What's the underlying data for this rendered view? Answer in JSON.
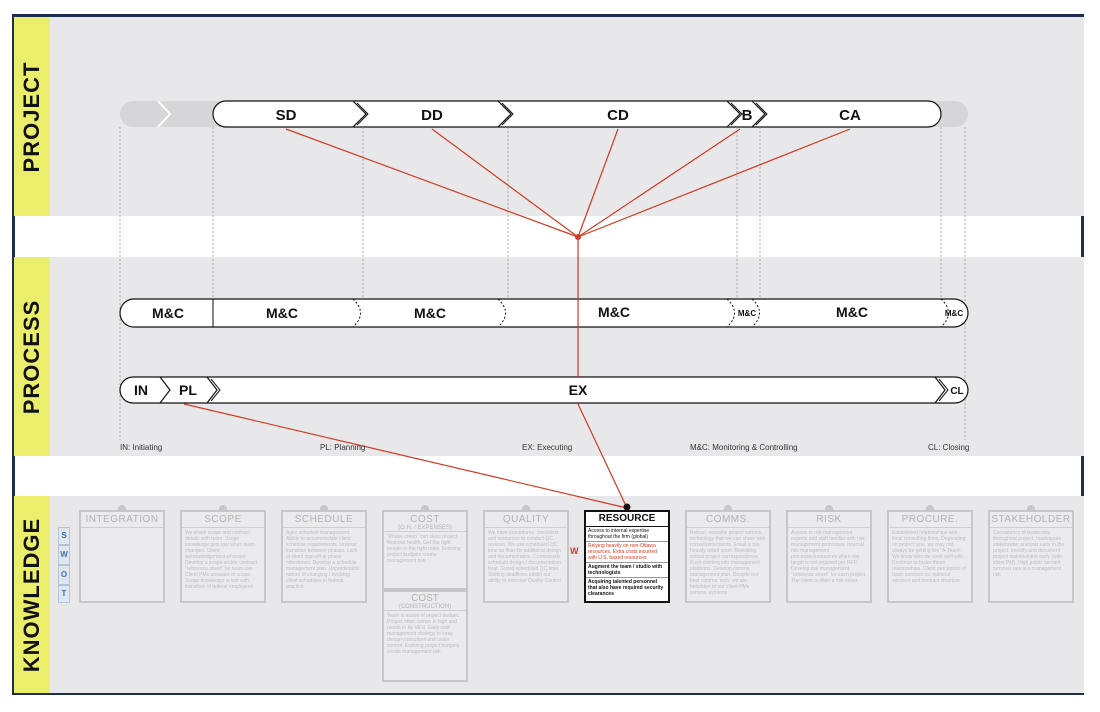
{
  "bands": {
    "project": "PROJECT",
    "process": "PROCESS",
    "knowledge": "KNOWLEDGE"
  },
  "project_phases": [
    "SD",
    "DD",
    "CD",
    "B",
    "CA"
  ],
  "mc_labels": [
    "M&C",
    "M&C",
    "M&C",
    "M&C",
    "M&C",
    "M&C",
    "M&C"
  ],
  "process_stages": [
    "IN",
    "PL",
    "EX",
    "CL"
  ],
  "legend": {
    "in": "IN: Initiating",
    "pl": "PL: Planning",
    "ex": "EX: Executing",
    "mc": "M&C: Monitoring & Controlling",
    "cl": "CL: Closing"
  },
  "swot": [
    "S",
    "W",
    "O",
    "T"
  ],
  "swot_marker": "W",
  "knowledge_cards": [
    {
      "title": "INTEGRATION",
      "subtitle": "",
      "text": ""
    },
    {
      "title": "SCOPE",
      "subtitle": "",
      "text": "We share scope and contract details with team. Scope knowledge gets lost when team changes. Client acknowledgement of scope. Develop a scope and/or contract \"reference sheet\" for team use. Client PMs unaware of scope. Scope knowledge is lost with transition of federal employees"
    },
    {
      "title": "SCHEDULE",
      "subtitle": "",
      "text": "Agile schedule management. Ability to accommodate client schedule requirements. Unclear transition between phases. Lack of client sign-off at phase milestones. Develop a schedule management plan. Unpredictable nature of changing / evolving client schedules in federal practice"
    },
    {
      "title": "COST",
      "subtitle": "(O.H. / EXPENSES)",
      "text": "\"Phase creep\" can skew project financial health. Get the right people in the right roles. Evolving project budgets create management risk"
    },
    {
      "title": "QUALITY",
      "subtitle": "",
      "text": "We have procedures, checklists and resources to conduct QC reviews. We use scheduled QC time as float for additional design and documentation. Consciously schedule design / documentation float. Guard scheduled QC time. Shifting deadlines inhibit our ability to exercise Quality Control"
    },
    {
      "title": "COMMS.",
      "subtitle": "",
      "text": "Robust, versatile project comms. technology that we can share with consultants/clients. Email is too heavily relied upon. Revisiting critical project correspondence. Push existing info management platforms. Develop comms. management plan. Despite our best comms. tech, we are beholden to our client PMs comms. systems"
    },
    {
      "title": "RISK",
      "subtitle": "",
      "text": "Access to risk management experts and staff familiar with risk management processes. Internal risk management processes/resources when risk target is not required per RFP. Develop risk management \"reference sheet\" for each project. The client is often a risk driver"
    },
    {
      "title": "PROCURE.",
      "subtitle": "",
      "text": "Established relationships with local consulting firms. Depending on project type, we may not always be getting the \"A-Team\". We know who we work well with. Continue to foster these relationships. Client perception of basic services vs. optional services and contract structure"
    },
    {
      "title": "STAKEHOLDER",
      "subtitle": "",
      "text": "Consistency of leadership throughout project. Inadequate stakeholder analysis early in the project. Identify and document project stakeholders early (with client PM). High public servant turnover rate is a management risk"
    }
  ],
  "cost_construction": {
    "title": "COST",
    "subtitle": "(CONSTRUCTION)",
    "text": "Team is aware of project budget. Project often comes in high and needs to be VE'd. Early cost management strategy to keep design consultant and under control. Evolving project budgets create management risk"
  },
  "resource_card": {
    "title": "RESOURCE",
    "rows": [
      "Access to internal expertise throughout the firm (global)",
      "Relying heavily on non-Ottawa resources. Extra costs incurred with U.S. based resources",
      "Augment the team / studio with technologists",
      "Acquiring talented personnel that also have required security clearances"
    ]
  },
  "colors": {
    "accent": "#d33a22",
    "band_label": "#ebee6a",
    "frame": "#1f2d4e",
    "band_bg": "#e8e8ea"
  }
}
